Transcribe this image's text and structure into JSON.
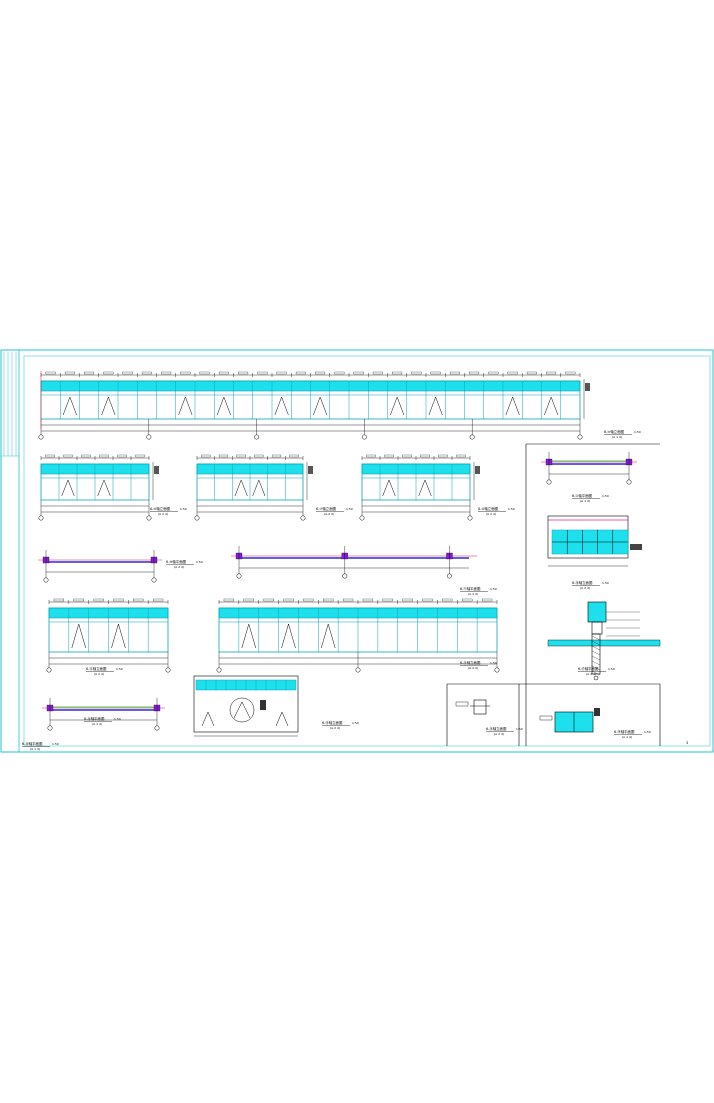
{
  "colors": {
    "frame": "#22c3d6",
    "glass": "#1ee0ec",
    "mullion": "#0aa6b8",
    "ink": "#000000",
    "wall_blue": "#2a2ad8",
    "wall_green": "#10c020",
    "column_purple": "#8a1ad8",
    "axis_red": "#e02020",
    "slab_magenta": "#e020a0"
  },
  "drawing": {
    "sheet_no": "3",
    "views": [
      {
        "title": "6-⑨轴立面图",
        "scale": "1:50",
        "note": "(A 1 d)"
      },
      {
        "title": "6-⑤轴立面图",
        "scale": "1:50",
        "note": "(A 2 d)"
      },
      {
        "title": "6-⑦轴立面图",
        "scale": "1:50",
        "note": "(A 2 d)"
      },
      {
        "title": "6-⑧轴立面图",
        "scale": "1:50",
        "note": "(A 2 d)"
      },
      {
        "title": "6-⑩轴平面图",
        "scale": "1:50",
        "note": "(A 2 d)"
      },
      {
        "title": "6-⑪轴平面图",
        "scale": "1:50",
        "note": "(A 1 d)"
      },
      {
        "title": "6-①轴平面图",
        "scale": "1:50",
        "note": "(A 1 d)"
      },
      {
        "title": "6-⑫轴立面图",
        "scale": "1:50",
        "note": "(A 2 d)"
      },
      {
        "title": "6-⑬轴立面图",
        "scale": "1:50",
        "note": "(A 2 d)"
      },
      {
        "title": "6-⑭轴平面图",
        "scale": "1:50",
        "note": "(A 1 d)"
      },
      {
        "title": "6-⑮轴立面图",
        "scale": "1:50",
        "note": "(A 2 d)"
      },
      {
        "title": "6-⑯轴立面图",
        "scale": "1:50",
        "note": "(A 2 d)"
      },
      {
        "title": "6-⑰轴平面图",
        "scale": "1:50",
        "note": "(A 1 d)"
      },
      {
        "title": "6-⑱轴立面图",
        "scale": "1:50",
        "note": "(A 2 d)"
      },
      {
        "title": "6-⑲轴平面图",
        "scale": "1:50",
        "note": "(A 1 d)"
      },
      {
        "title": "6-⑳轴平面图",
        "scale": "1:50",
        "note": "(A 1 d)"
      }
    ]
  }
}
